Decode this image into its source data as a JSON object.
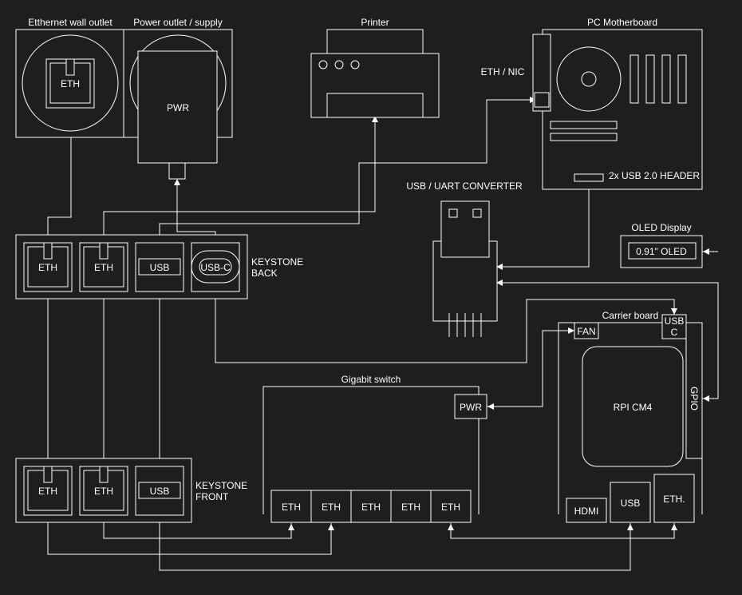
{
  "labels": {
    "eth_wall_outlet": "Etthernet wall outlet",
    "power_outlet": "Power outlet / supply",
    "printer": "Printer",
    "pc_motherboard": "PC Motherboard",
    "eth_nic": "ETH / NIC",
    "usb_header": "2x USB 2.0 HEADER",
    "usb_uart": "USB / UART CONVERTER",
    "oled_display": "OLED Display",
    "oled_inner": "0.91\" OLED",
    "keystone_back_1": "KEYSTONE",
    "keystone_back_2": "BACK",
    "keystone_front_1": "KEYSTONE",
    "keystone_front_2": "FRONT",
    "carrier_board": "Carrier board",
    "rpi_cm4": "RPI CM4",
    "gpio": "GPIO",
    "fan": "FAN",
    "usbc_carrier_1": "USB",
    "usbc_carrier_2": "C",
    "hdmi": "HDMI",
    "carrier_usb": "USB",
    "carrier_eth": "ETH.",
    "gigabit_switch": "Gigabit switch",
    "switch_pwr": "PWR",
    "eth": "ETH",
    "pwr": "PWR",
    "usb": "USB",
    "usb_c": "USB-C"
  },
  "switch_ports": [
    "ETH",
    "ETH",
    "ETH",
    "ETH",
    "ETH"
  ],
  "colors": {
    "background": "#1e1e1e",
    "stroke": "#ffffff",
    "text": "#ffffff"
  }
}
